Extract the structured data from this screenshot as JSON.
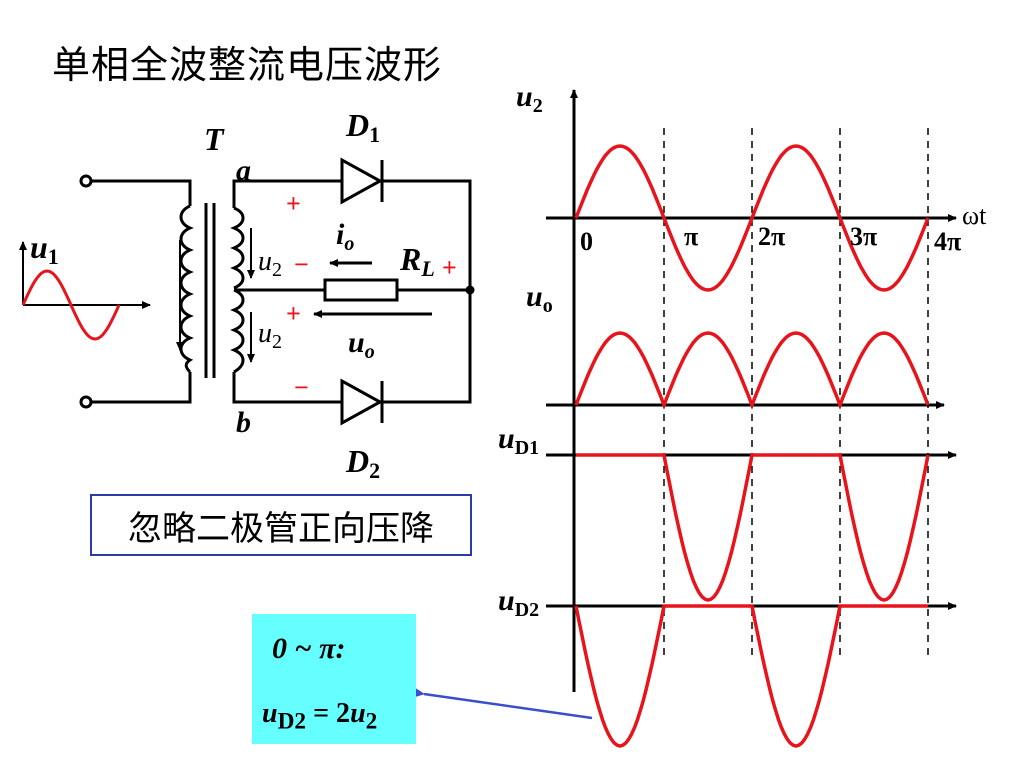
{
  "title": "单相全波整流电压波形",
  "note": "忽略二极管正向压降",
  "circuit": {
    "transformer": "T",
    "node_a": "a",
    "node_b": "b",
    "diode1": {
      "base": "D",
      "sub": "1"
    },
    "diode2": {
      "base": "D",
      "sub": "2"
    },
    "load": {
      "base": "R",
      "sub": "L"
    },
    "input": {
      "base": "u",
      "sub": "1"
    },
    "half_voltage": {
      "base": "u",
      "sub": "2"
    },
    "current": {
      "base": "i",
      "sub": "o"
    },
    "output": {
      "base": "u",
      "sub": "o"
    },
    "plus": "+",
    "minus": "−"
  },
  "waveforms": {
    "x_axis_label": "ωt",
    "ticks": [
      "0",
      "π",
      "2π",
      "3π",
      "4π"
    ],
    "u2": {
      "base": "u",
      "sub": "2"
    },
    "uo": {
      "base": "u",
      "sub": "o"
    },
    "uD1": {
      "base": "u",
      "sub": "D1"
    },
    "uD2": {
      "base": "u",
      "sub": "D2"
    }
  },
  "callout": {
    "range": "0 ~ π:",
    "equation_lhs_base": "u",
    "equation_lhs_sub": "D2",
    "equation_mid": " = 2",
    "equation_rhs_base": "u",
    "equation_rhs_sub": "2"
  },
  "colors": {
    "wave": "#e8141c",
    "axis": "#000000",
    "note_border": "#2b3aa6",
    "callout_bg": "#66ffff",
    "arrow": "#3a4fc8"
  }
}
